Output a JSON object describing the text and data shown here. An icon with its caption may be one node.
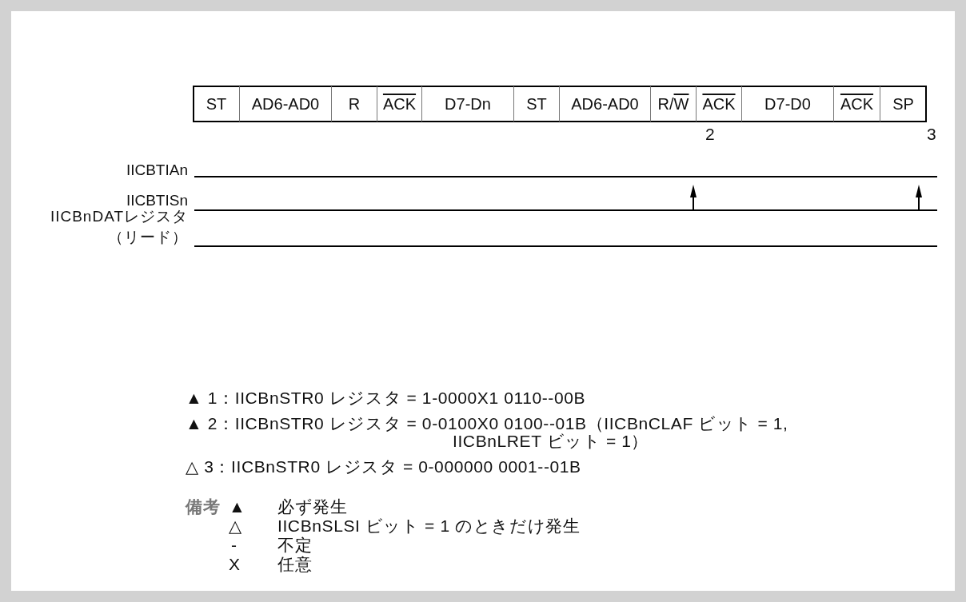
{
  "diagram": {
    "nodes": [
      {
        "text": [
          "ST"
        ]
      },
      {
        "text": [
          "AD6-AD0"
        ]
      },
      {
        "text": [
          "R"
        ]
      },
      {
        "text": [
          "ACK"
        ]
      },
      {
        "text": [
          "D7-Dn"
        ]
      },
      {
        "text": [
          "ST"
        ]
      },
      {
        "text": [
          "AD6-AD0"
        ]
      },
      {
        "text": [
          "R/W"
        ]
      },
      {
        "text": [
          "ACK"
        ]
      },
      {
        "text": [
          "D7-D0"
        ]
      },
      {
        "text": [
          "ACK"
        ]
      },
      {
        "text": [
          "SP"
        ]
      }
    ],
    "labels": [
      "2",
      "3",
      "IICBTIAn",
      "IICBTISn",
      "IICBnDATレジスタ（リード）",
      "▲ 1：IICBnSTR0 レジスタ = 1-0000X1 0110--00B",
      "▲ 2：IICBnSTR0 レジスタ = 0-0100X0 0100--01B（IICBnCLAF ビット = 1, IICBnLRET ビット = 1）",
      "△ 3：IICBnSTR0 レジスタ = 0-000000 0001--01B",
      "備考",
      "▲",
      "必ず発生",
      "△",
      "IICBnSLSI ビット = 1 のときだけ発生",
      "-",
      "不定",
      "X",
      "任意"
    ]
  }
}
